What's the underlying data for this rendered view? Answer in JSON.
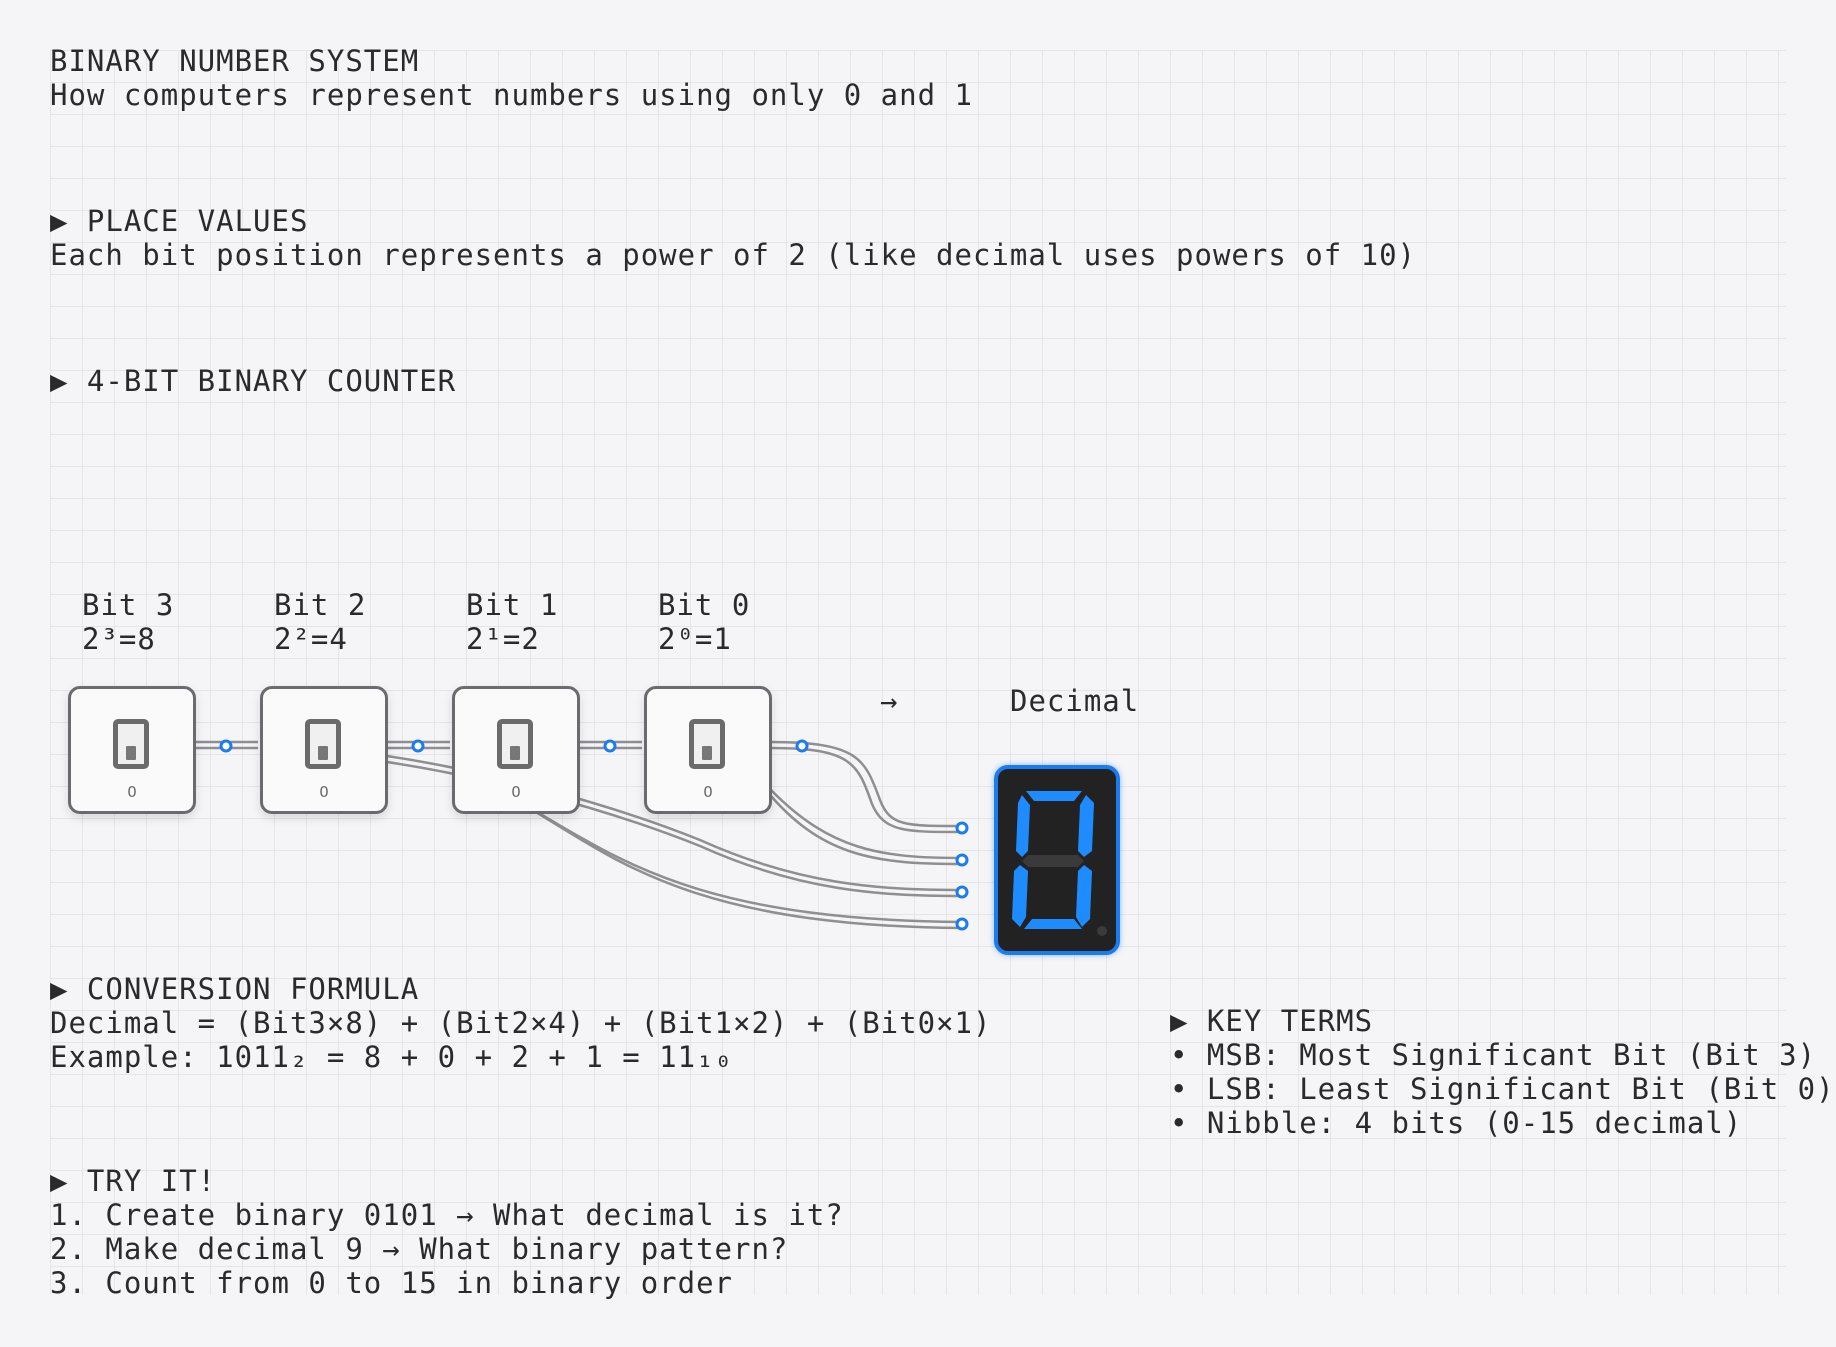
{
  "header": {
    "title": "BINARY NUMBER SYSTEM",
    "subtitle": "How computers represent numbers using only 0 and 1"
  },
  "place_values": {
    "heading": "▶ PLACE VALUES",
    "text": "Each bit position represents a power of 2 (like decimal uses powers of 10)"
  },
  "counter": {
    "heading": "▶ 4-BIT BINARY COUNTER",
    "bits": [
      {
        "label": "Bit 3",
        "power": "2³=8",
        "value": "0"
      },
      {
        "label": "Bit 2",
        "power": "2²=4",
        "value": "0"
      },
      {
        "label": "Bit 1",
        "power": "2¹=2",
        "value": "0"
      },
      {
        "label": "Bit 0",
        "power": "2⁰=1",
        "value": "0"
      }
    ],
    "arrow": "→",
    "output_label": "Decimal",
    "display_digit": "0"
  },
  "formula": {
    "heading": "▶ CONVERSION FORMULA",
    "line1": "Decimal = (Bit3×8) + (Bit2×4) + (Bit1×2) + (Bit0×1)",
    "line2": "Example: 1011₂ = 8 + 0 + 2 + 1 = 11₁₀"
  },
  "key_terms": {
    "heading": "▶ KEY TERMS",
    "items": [
      "• MSB: Most Significant Bit (Bit 3)",
      "• LSB: Least Significant Bit (Bit 0)",
      "• Nibble: 4 bits (0-15 decimal)"
    ]
  },
  "try_it": {
    "heading": "▶ TRY IT!",
    "items": [
      "1. Create binary 0101 → What decimal is it?",
      "2. Make decimal 9 → What binary pattern?",
      "3. Count from 0 to 15 in binary order"
    ]
  },
  "colors": {
    "accent": "#1a7cf0",
    "segment_on": "#1e8cff",
    "segment_off": "#3a3a3a",
    "wire": "#8e8e93"
  }
}
